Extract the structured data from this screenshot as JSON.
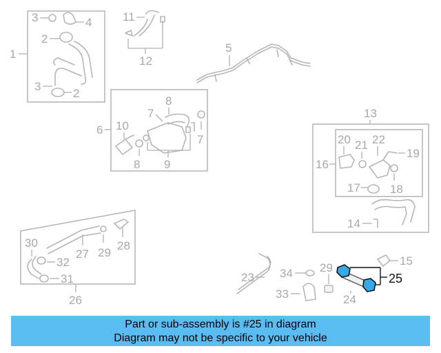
{
  "diagram": {
    "callouts": {
      "c1": "1",
      "c2a": "2",
      "c2b": "2",
      "c3a": "3",
      "c3b": "3",
      "c4": "4",
      "c5": "5",
      "c6": "6",
      "c7a": "7",
      "c7b": "7",
      "c8a": "8",
      "c8b": "8",
      "c9": "9",
      "c10": "10",
      "c11": "11",
      "c12": "12",
      "c13": "13",
      "c14": "14",
      "c15": "15",
      "c16": "16",
      "c17": "17",
      "c18": "18",
      "c19": "19",
      "c20": "20",
      "c21": "21",
      "c22": "22",
      "c23": "23",
      "c24": "24",
      "c25": "25",
      "c26": "26",
      "c27": "27",
      "c28": "28",
      "c29a": "29",
      "c29b": "29",
      "c30": "30",
      "c31": "31",
      "c32": "32",
      "c33": "33",
      "c34": "34"
    },
    "highlight_color": "#38a9e8"
  },
  "footer": {
    "line1": "Part or sub-assembly is #25 in diagram",
    "line2": "Diagram may not be specific to your vehicle",
    "background": "#5bbcf2"
  }
}
